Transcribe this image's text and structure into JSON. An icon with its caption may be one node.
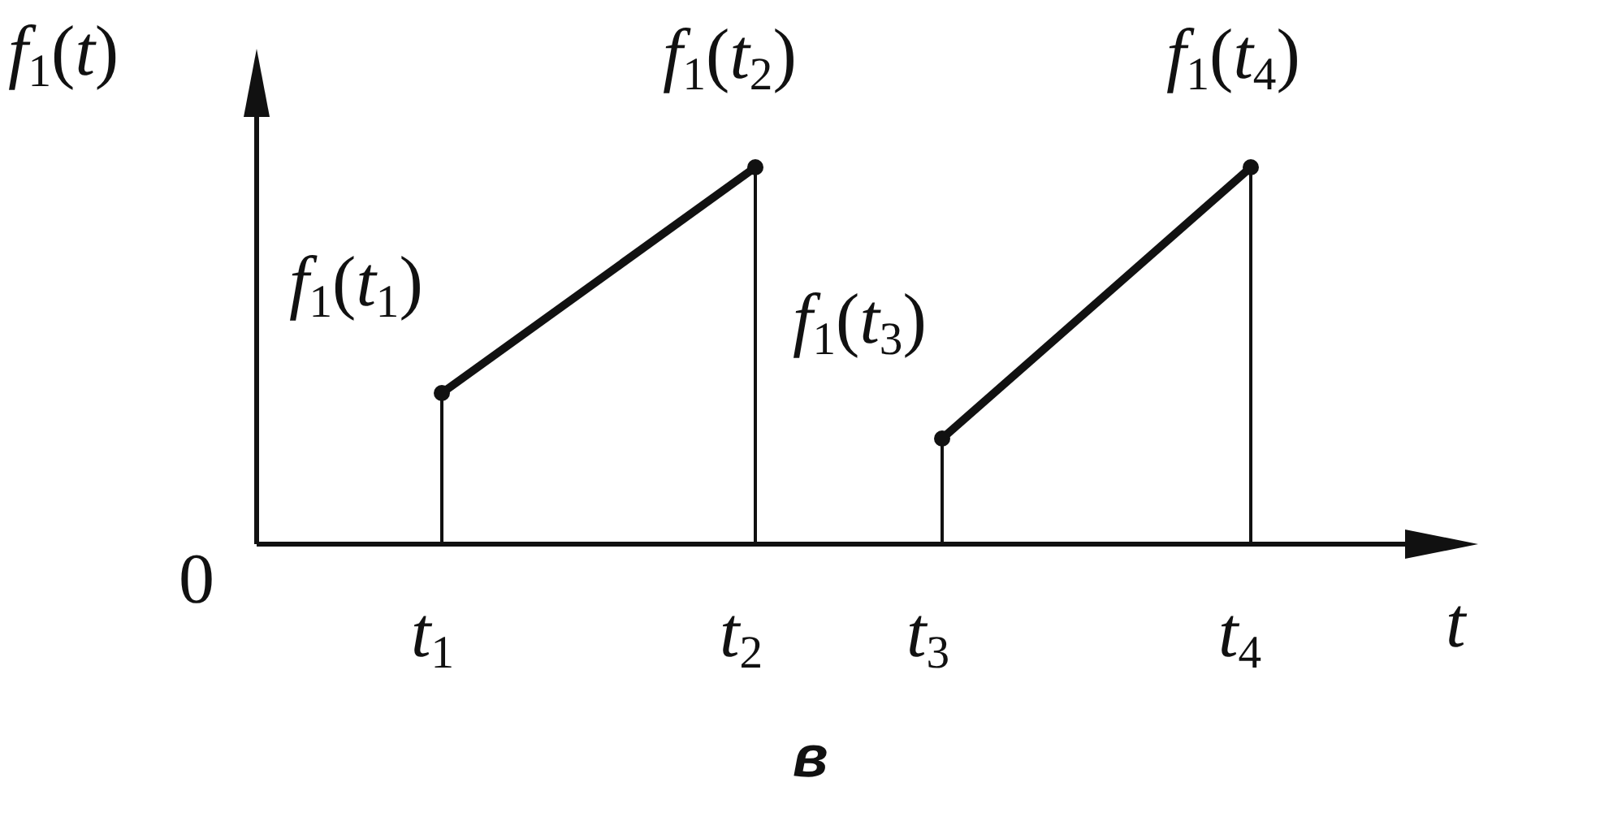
{
  "diagram": {
    "caption": "в",
    "labels": [
      "*f*$_{1}$(*t*)",
      "*f*$_{1}$(*t*$_{2}$)",
      "*f*$_{1}$(*t*$_{4}$)",
      "*f*$_{1}$(*t*$_{1}$)",
      "*f*$_{1}$(*t*$_{3}$)",
      "0",
      "*t*$_{1}$",
      "*t*$_{2}$",
      "*t*$_{3}$",
      "*t*$_{4}$",
      "*t*"
    ]
  }
}
